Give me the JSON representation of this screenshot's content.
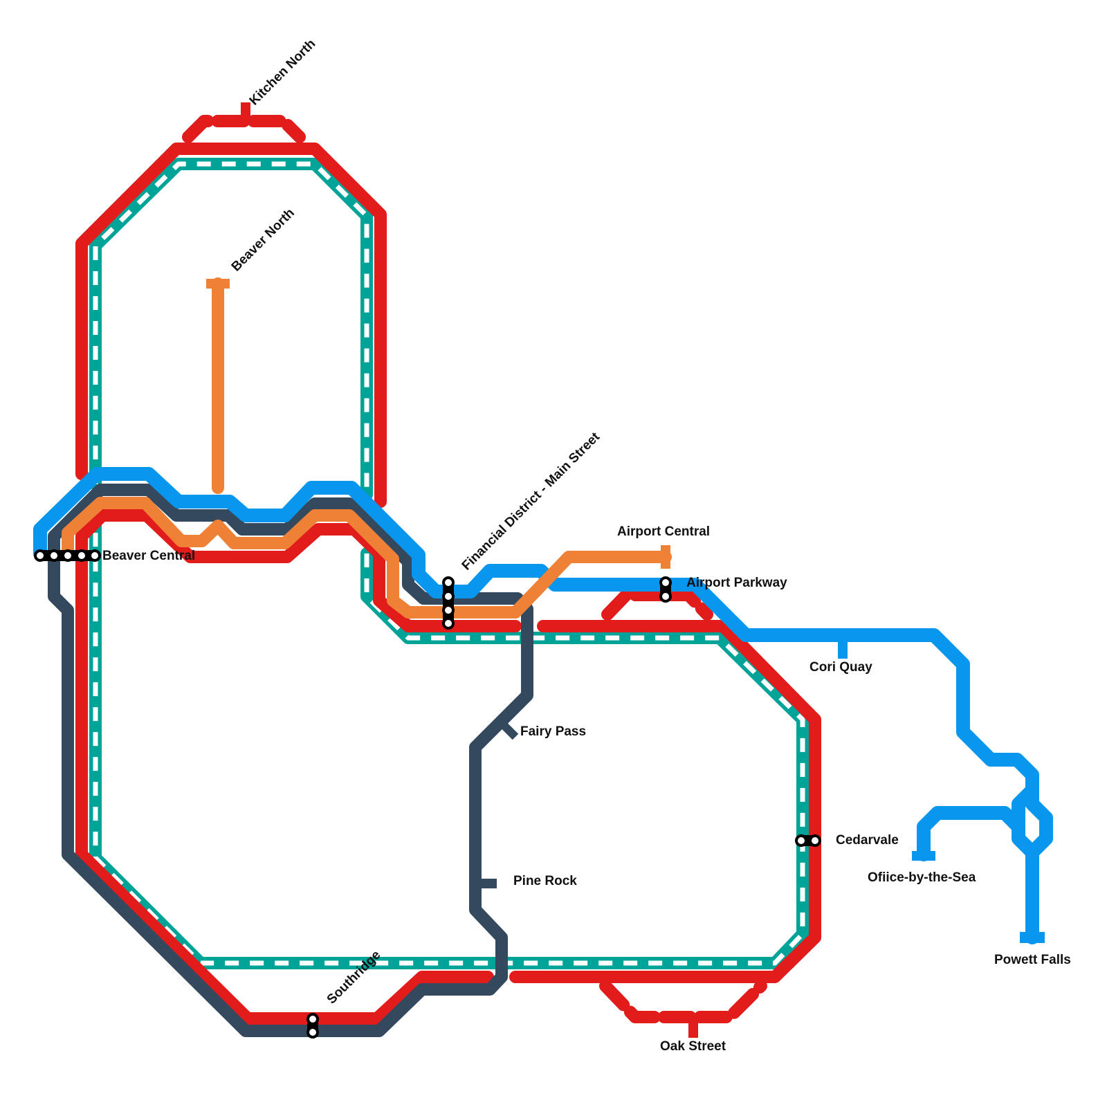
{
  "colors": {
    "red": "#e21b1b",
    "teal": "#00a398",
    "navy": "#34495e",
    "blue": "#0896ee",
    "orange": "#ee8136"
  },
  "stations": {
    "kitchen_north": "Kitchen North",
    "beaver_north": "Beaver North",
    "beaver_central": "Beaver Central",
    "financial_district": "Financial District - Main Street",
    "airport_central": "Airport Central",
    "airport_parkway": "Airport Parkway",
    "cori_quay": "Cori Quay",
    "fairy_pass": "Fairy Pass",
    "pine_rock": "Pine Rock",
    "cedarvale": "Cedarvale",
    "office_by_the_sea": "Ofiice-by-the-Sea",
    "powett_falls": "Powett Falls",
    "southridge": "Southridge",
    "oak_street": "Oak Street"
  }
}
